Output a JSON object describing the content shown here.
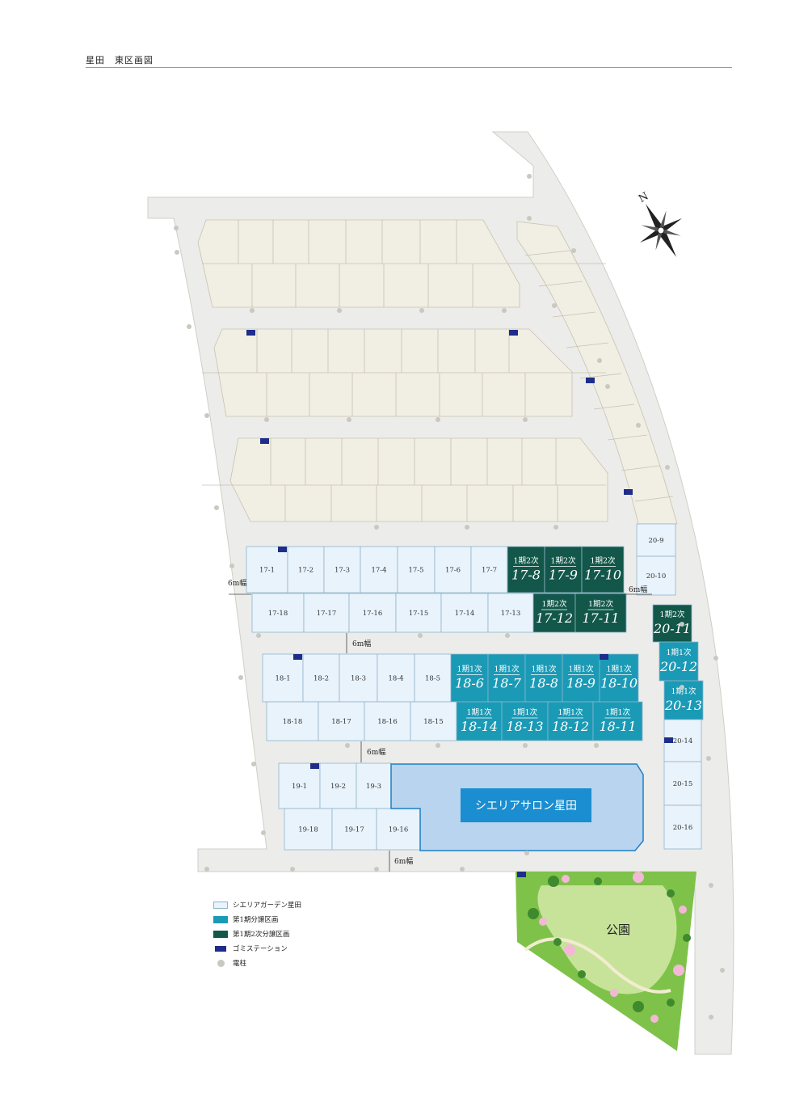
{
  "header": {
    "title": "星田　東区画図"
  },
  "colors": {
    "garden": "#e9f3fb",
    "phase1": "#1b9ab6",
    "phase1_2": "#12574a",
    "garbage": "#1e2d8a",
    "pole": "#c9c9c0",
    "road": "#ececea",
    "other_lot": "#f1eee4",
    "salon": "#b8d4ee",
    "park": "#7fc24a"
  },
  "labels": {
    "road_width": "6m幅",
    "salon": "シエリアサロン星田",
    "park": "公園",
    "north": "N"
  },
  "legend": [
    {
      "label": "シエリアガーデン星田",
      "type": "garden"
    },
    {
      "label": "第1期分譲区画",
      "type": "phase1"
    },
    {
      "label": "第1期2次分譲区画",
      "type": "phase1_2"
    },
    {
      "label": "ゴミステーション",
      "type": "garbage"
    },
    {
      "label": "電柱",
      "type": "pole"
    }
  ],
  "phase_labels": {
    "p1": "1期1次",
    "p2": "1期2次"
  },
  "lots": {
    "block17_top": [
      {
        "no": "17-1",
        "phase": "garden"
      },
      {
        "no": "17-2",
        "phase": "garden"
      },
      {
        "no": "17-3",
        "phase": "garden"
      },
      {
        "no": "17-4",
        "phase": "garden"
      },
      {
        "no": "17-5",
        "phase": "garden"
      },
      {
        "no": "17-6",
        "phase": "garden"
      },
      {
        "no": "17-7",
        "phase": "garden"
      },
      {
        "no": "17-8",
        "phase": "p2"
      },
      {
        "no": "17-9",
        "phase": "p2"
      },
      {
        "no": "17-10",
        "phase": "p2"
      }
    ],
    "block17_bottom": [
      {
        "no": "17-18",
        "phase": "garden"
      },
      {
        "no": "17-17",
        "phase": "garden"
      },
      {
        "no": "17-16",
        "phase": "garden"
      },
      {
        "no": "17-15",
        "phase": "garden"
      },
      {
        "no": "17-14",
        "phase": "garden"
      },
      {
        "no": "17-13",
        "phase": "garden"
      },
      {
        "no": "17-12",
        "phase": "p2"
      },
      {
        "no": "17-11",
        "phase": "p2"
      }
    ],
    "block18_top": [
      {
        "no": "18-1",
        "phase": "garden"
      },
      {
        "no": "18-2",
        "phase": "garden"
      },
      {
        "no": "18-3",
        "phase": "garden"
      },
      {
        "no": "18-4",
        "phase": "garden"
      },
      {
        "no": "18-5",
        "phase": "garden"
      },
      {
        "no": "18-6",
        "phase": "p1"
      },
      {
        "no": "18-7",
        "phase": "p1"
      },
      {
        "no": "18-8",
        "phase": "p1"
      },
      {
        "no": "18-9",
        "phase": "p1"
      },
      {
        "no": "18-10",
        "phase": "p1"
      }
    ],
    "block18_bottom": [
      {
        "no": "18-18",
        "phase": "garden"
      },
      {
        "no": "18-17",
        "phase": "garden"
      },
      {
        "no": "18-16",
        "phase": "garden"
      },
      {
        "no": "18-15",
        "phase": "garden"
      },
      {
        "no": "18-14",
        "phase": "p1"
      },
      {
        "no": "18-13",
        "phase": "p1"
      },
      {
        "no": "18-12",
        "phase": "p1"
      },
      {
        "no": "18-11",
        "phase": "p1"
      }
    ],
    "block19_top": [
      {
        "no": "19-1",
        "phase": "garden"
      },
      {
        "no": "19-2",
        "phase": "garden"
      },
      {
        "no": "19-3",
        "phase": "garden"
      }
    ],
    "block19_bottom": [
      {
        "no": "19-18",
        "phase": "garden"
      },
      {
        "no": "19-17",
        "phase": "garden"
      },
      {
        "no": "19-16",
        "phase": "garden"
      }
    ],
    "block20": [
      {
        "no": "20-9",
        "phase": "garden"
      },
      {
        "no": "20-10",
        "phase": "garden"
      },
      {
        "no": "20-11",
        "phase": "p2"
      },
      {
        "no": "20-12",
        "phase": "p1"
      },
      {
        "no": "20-13",
        "phase": "p1"
      },
      {
        "no": "20-14",
        "phase": "garden"
      },
      {
        "no": "20-15",
        "phase": "garden"
      },
      {
        "no": "20-16",
        "phase": "garden"
      }
    ]
  }
}
